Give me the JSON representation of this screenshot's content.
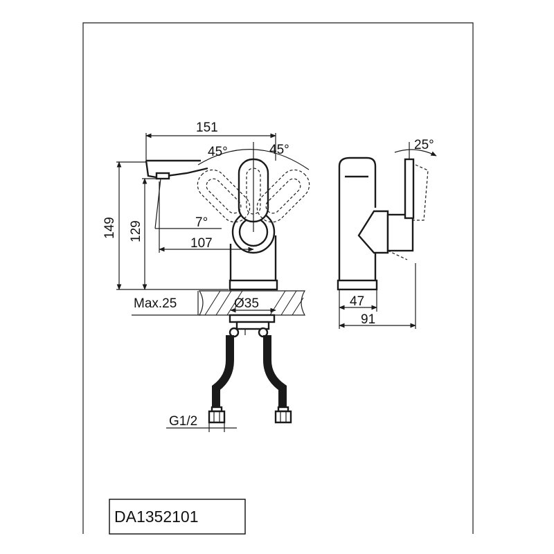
{
  "dimensions": {
    "width_151": "151",
    "angle_left": "45°",
    "angle_right": "45°",
    "angle_handle": "25°",
    "height_149": "149",
    "height_129": "129",
    "angle_spout": "7°",
    "reach_107": "107",
    "max_thickness": "Max.25",
    "hole_diameter": "Ø35",
    "base_47": "47",
    "depth_91": "91",
    "thread": "G1/2"
  },
  "model_number": "DA1352101"
}
